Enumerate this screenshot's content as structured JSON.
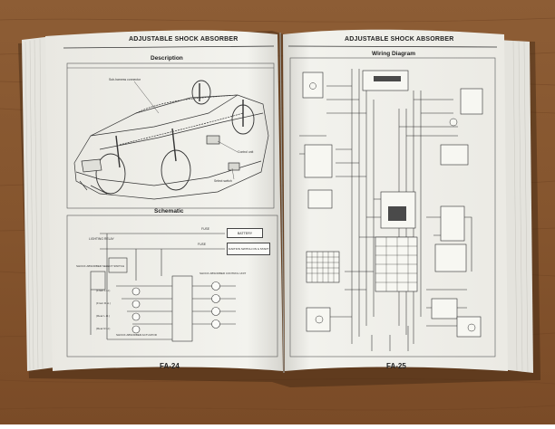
{
  "photo": {
    "subject": "open-service-manual",
    "colors": {
      "table": "#8a5a32",
      "table_dark": "#6d4223",
      "paper": "#f1f1ec",
      "ink": "#2a2a2a"
    }
  },
  "left_page": {
    "header": "ADJUSTABLE SHOCK ABSORBER",
    "description_title": "Description",
    "schematic_title": "Schematic",
    "page_number": "FA-24",
    "callouts": [
      "Sub-harness connector",
      "Control unit",
      "Select switch"
    ],
    "schematic_labels": {
      "fuse": "FUSE",
      "battery": "BATTERY",
      "ignition": "IGNITION SWITCH ON & START",
      "fuse2": "FUSE",
      "lighting_relay": "LIGHTING RELAY",
      "select_switch": "SHOCK ABSORBER SELECT SWITCH",
      "control_unit": "SHOCK ABSORBER CONTROL UNIT",
      "actuator": "SHOCK ABSORBER ACTUATOR",
      "front_lh": "(Front L.H.)",
      "front_rh": "(Front R.H.)",
      "rear_lh": "(Rear L.H.)",
      "rear_rh": "(Rear R.H.)"
    }
  },
  "right_page": {
    "header": "ADJUSTABLE SHOCK ABSORBER",
    "wiring_title": "Wiring Diagram",
    "page_number": "FA-25"
  }
}
